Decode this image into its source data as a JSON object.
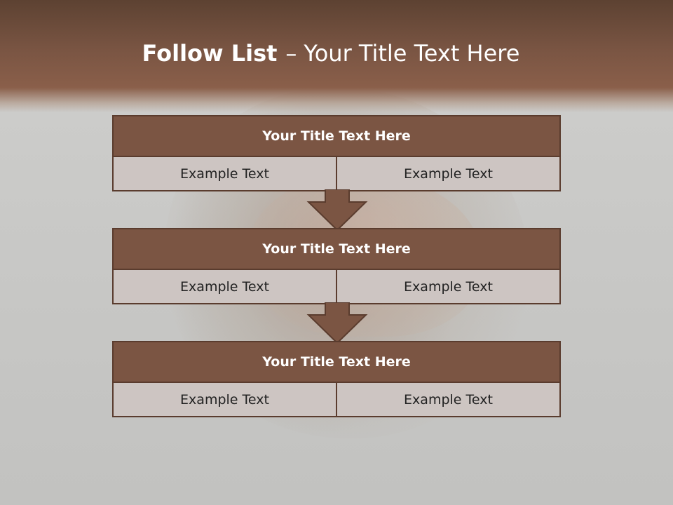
{
  "slide": {
    "title_bold": "Follow List",
    "title_dash": "–",
    "title_rest": "Your Title Text Here"
  },
  "blocks": [
    {
      "title": "Your Title Text Here",
      "left": "Example Text",
      "right": "Example Text"
    },
    {
      "title": "Your Title Text Here",
      "left": "Example Text",
      "right": "Example Text"
    },
    {
      "title": "Your Title Text Here",
      "left": "Example Text",
      "right": "Example Text"
    }
  ],
  "colors": {
    "header_brown": "#7a5543",
    "block_title": "#7b5543",
    "block_border": "#5a3c2e",
    "cell_fill": "#cdc5c2"
  }
}
